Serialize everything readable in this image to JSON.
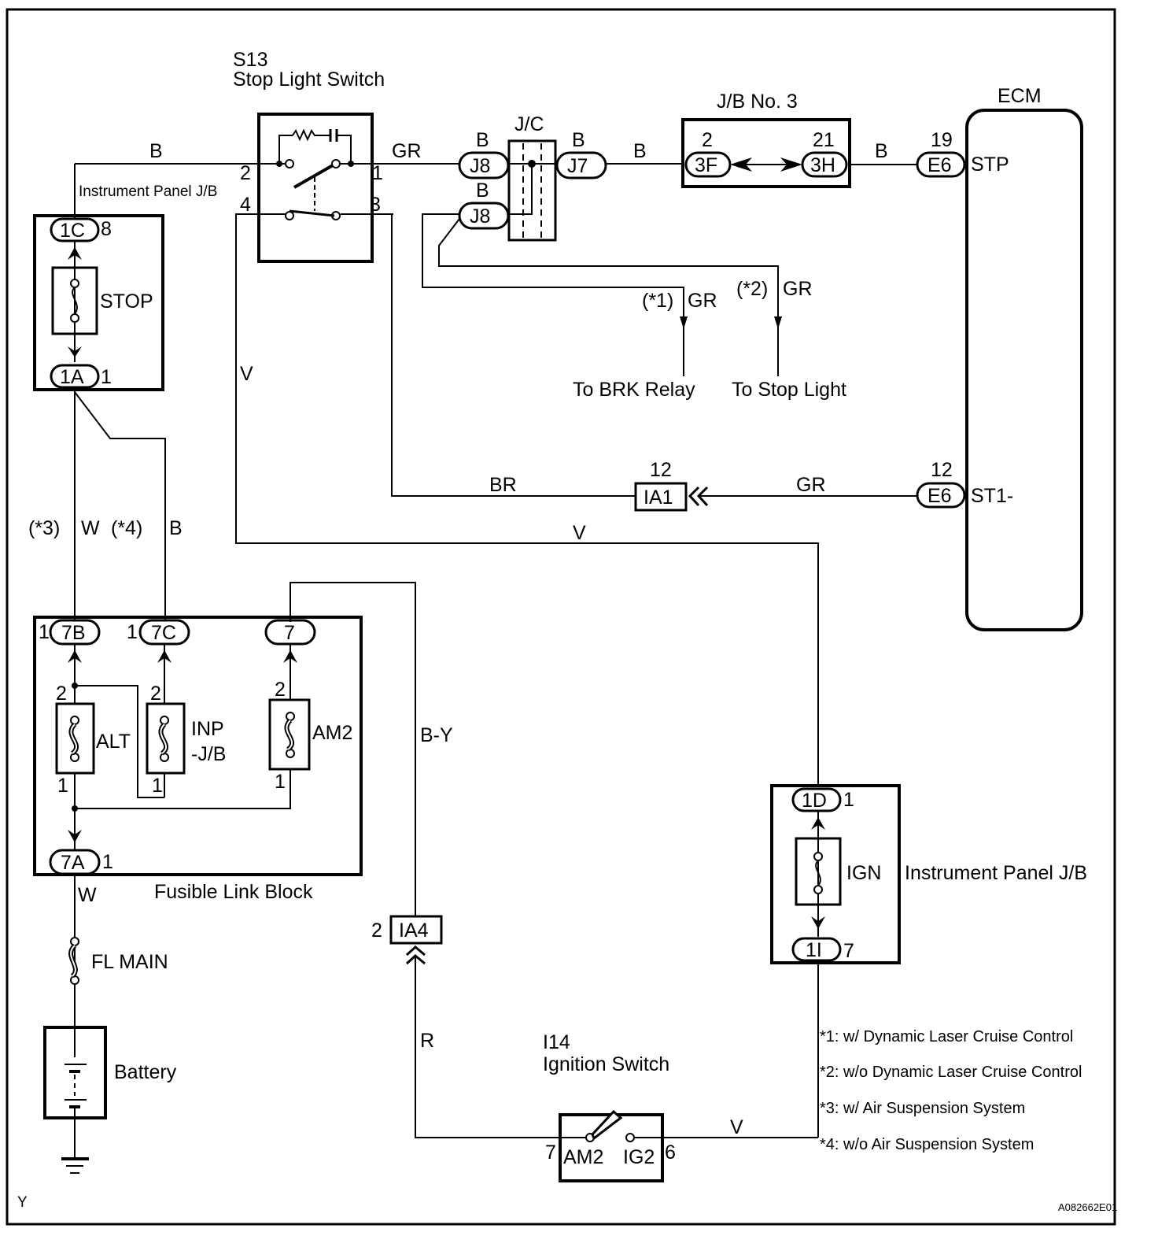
{
  "diagram": {
    "type": "wiring-diagram",
    "corner_label": "Y",
    "figure_id": "A082662E01"
  },
  "components": {
    "stop_light_switch": {
      "code": "S13",
      "name": "Stop Light Switch",
      "pins": {
        "p1": "1",
        "p2": "2",
        "p3": "3",
        "p4": "4"
      }
    },
    "ecm": {
      "name": "ECM",
      "stp": {
        "connector": "E6",
        "pin": "19",
        "signal": "STP"
      },
      "st1": {
        "connector": "E6",
        "pin": "12",
        "signal": "ST1-"
      }
    },
    "jb3": {
      "name": "J/B No. 3",
      "left": {
        "connector": "3F",
        "pin": "2"
      },
      "right": {
        "connector": "3H",
        "pin": "21"
      }
    },
    "jc": {
      "name": "J/C",
      "j8_top": "J8",
      "j8_bottom": "J8",
      "j7": "J7"
    },
    "ip_jb_top": {
      "name": "Instrument Panel J/B",
      "fuse": "STOP",
      "top": {
        "connector": "1C",
        "pin": "8"
      },
      "bottom": {
        "connector": "1A",
        "pin": "1"
      }
    },
    "ip_jb_ign": {
      "name": "Instrument Panel J/B",
      "fuse": "IGN",
      "top": {
        "connector": "1D",
        "pin": "1"
      },
      "bottom": {
        "connector": "1I",
        "pin": "7"
      }
    },
    "fusible_link_block": {
      "name": "Fusible Link Block",
      "connectors": [
        {
          "id": "7B",
          "pin": "1"
        },
        {
          "id": "7C",
          "pin": "1"
        },
        {
          "id": "7",
          "pin": ""
        },
        {
          "id": "7A",
          "pin": "1"
        }
      ],
      "fuses": [
        {
          "name": "ALT",
          "pin_top": "2",
          "pin_bottom": "1"
        },
        {
          "name_line1": "INP",
          "name_line2": "-J/B",
          "pin_top": "2",
          "pin_bottom": "1"
        },
        {
          "name": "AM2",
          "pin_top": "2",
          "pin_bottom": "1"
        }
      ]
    },
    "fl_main": {
      "name": "FL MAIN"
    },
    "battery": {
      "name": "Battery"
    },
    "ia1": {
      "connector": "IA1",
      "pin": "12"
    },
    "ia4": {
      "connector": "IA4",
      "pin": "2"
    },
    "ignition_switch": {
      "code": "I14",
      "name": "Ignition Switch",
      "left_terminal": "AM2",
      "right_terminal": "IG2",
      "left_pin": "7",
      "right_pin": "6"
    }
  },
  "wires": {
    "jb_to_switch": "B",
    "switch_to_jc": "GR",
    "j8_top": "B",
    "j8_bottom": "B",
    "j7": "B",
    "jc_to_jb3": "B",
    "jb3_to_ecm": "B",
    "switch_v": "V",
    "br": "BR",
    "ecm_st1_gr": "GR",
    "v_bottom": "V",
    "w_link": "W",
    "b_link": "B",
    "by": "B-Y",
    "w_main": "W",
    "r": "R",
    "ign_v": "V",
    "brk_gr": "GR",
    "stop_gr": "GR"
  },
  "variants": {
    "v1": "(*1)",
    "v2": "(*2)",
    "v3": "(*3)",
    "v4": "(*4)"
  },
  "destinations": {
    "brk_relay": "To BRK Relay",
    "stop_light": "To Stop Light"
  },
  "notes": [
    "*1: w/ Dynamic Laser Cruise Control",
    "*2: w/o Dynamic Laser Cruise Control",
    "*3: w/ Air Suspension System",
    "*4: w/o Air Suspension System"
  ],
  "side_labels": {
    "ip_jb_top": "Instrument Panel J/B"
  }
}
